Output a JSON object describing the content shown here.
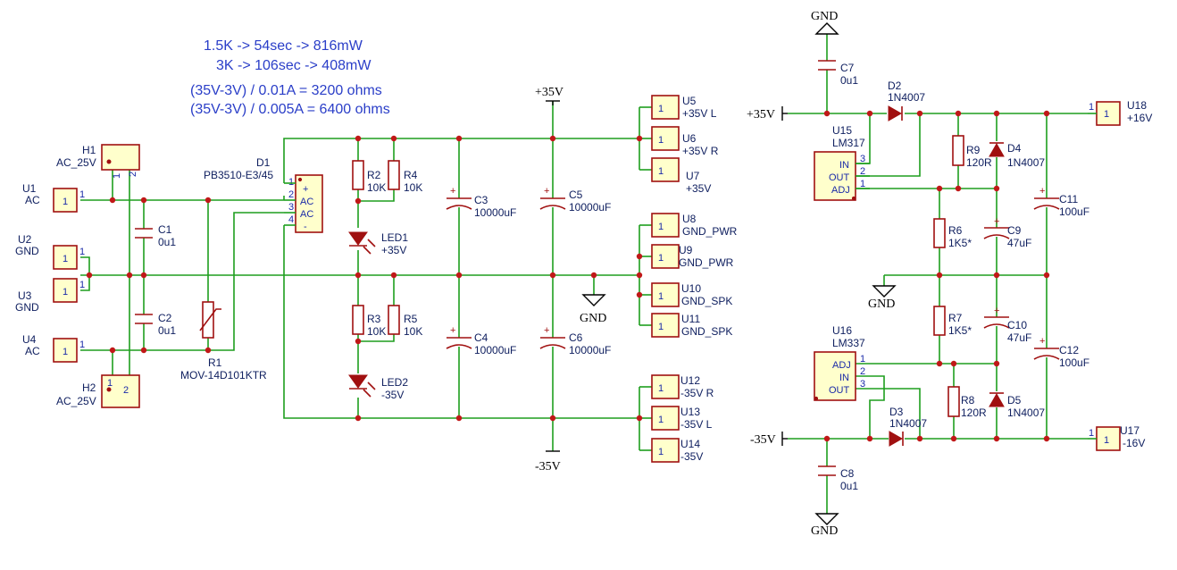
{
  "notes": [
    "1.5K -> 54sec -> 816mW",
    "3K -> 106sec -> 408mW",
    "(35V-3V) / 0.01A = 3200 ohms",
    "(35V-3V) / 0.005A = 6400 ohms"
  ],
  "rails": {
    "pos35": "+35V",
    "neg35": "-35V",
    "gnd": "GND"
  },
  "connectors": {
    "H1": {
      "ref": "H1",
      "val": "AC_25V"
    },
    "H2": {
      "ref": "H2",
      "val": "AC_25V"
    },
    "U1": {
      "ref": "U1",
      "val": "AC"
    },
    "U2": {
      "ref": "U2",
      "val": "GND"
    },
    "U3": {
      "ref": "U3",
      "val": "GND"
    },
    "U4": {
      "ref": "U4",
      "val": "AC"
    },
    "U5": {
      "ref": "U5",
      "val": "+35V L"
    },
    "U6": {
      "ref": "U6",
      "val": "+35V R"
    },
    "U7": {
      "ref": "U7",
      "val": "+35V"
    },
    "U8": {
      "ref": "U8",
      "val": "GND_PWR"
    },
    "U9": {
      "ref": "U9",
      "val": "GND_PWR"
    },
    "U10": {
      "ref": "U10",
      "val": "GND_SPK"
    },
    "U11": {
      "ref": "U11",
      "val": "GND_SPK"
    },
    "U12": {
      "ref": "U12",
      "val": "-35V R"
    },
    "U13": {
      "ref": "U13",
      "val": "-35V L"
    },
    "U14": {
      "ref": "U14",
      "val": "-35V"
    },
    "U17": {
      "ref": "U17",
      "val": "-16V"
    },
    "U18": {
      "ref": "U18",
      "val": "+16V"
    }
  },
  "parts": {
    "C1": {
      "ref": "C1",
      "val": "0u1"
    },
    "C2": {
      "ref": "C2",
      "val": "0u1"
    },
    "R1": {
      "ref": "R1",
      "val": "MOV-14D101KTR"
    },
    "D1": {
      "ref": "D1",
      "val": "PB3510-E3/45"
    },
    "R2": {
      "ref": "R2",
      "val": "10K"
    },
    "R3": {
      "ref": "R3",
      "val": "10K"
    },
    "R4": {
      "ref": "R4",
      "val": "10K"
    },
    "R5": {
      "ref": "R5",
      "val": "10K"
    },
    "LED1": {
      "ref": "LED1",
      "val": "+35V"
    },
    "LED2": {
      "ref": "LED2",
      "val": "-35V"
    },
    "C3": {
      "ref": "C3",
      "val": "10000uF"
    },
    "C4": {
      "ref": "C4",
      "val": "10000uF"
    },
    "C5": {
      "ref": "C5",
      "val": "10000uF"
    },
    "C6": {
      "ref": "C6",
      "val": "10000uF"
    },
    "C7": {
      "ref": "C7",
      "val": "0u1"
    },
    "C8": {
      "ref": "C8",
      "val": "0u1"
    },
    "D2": {
      "ref": "D2",
      "val": "1N4007"
    },
    "D3": {
      "ref": "D3",
      "val": "1N4007"
    },
    "D4": {
      "ref": "D4",
      "val": "1N4007"
    },
    "D5": {
      "ref": "D5",
      "val": "1N4007"
    },
    "U15": {
      "ref": "U15",
      "val": "LM317"
    },
    "U16": {
      "ref": "U16",
      "val": "LM337"
    },
    "R6": {
      "ref": "R6",
      "val": "1K5*"
    },
    "R7": {
      "ref": "R7",
      "val": "1K5*"
    },
    "R8": {
      "ref": "R8",
      "val": "120R"
    },
    "R9": {
      "ref": "R9",
      "val": "120R"
    },
    "C9": {
      "ref": "C9",
      "val": "47uF"
    },
    "C10": {
      "ref": "C10",
      "val": "47uF"
    },
    "C11": {
      "ref": "C11",
      "val": "100uF"
    },
    "C12": {
      "ref": "C12",
      "val": "100uF"
    }
  },
  "pins": {
    "one": "1",
    "two": "2",
    "three": "3",
    "four": "4",
    "plus": "+",
    "minus": "-",
    "ac": "AC",
    "in": "IN",
    "out": "OUT",
    "adj": "ADJ"
  },
  "colors": {
    "wire": "#1e9e1e",
    "part": "#a01010",
    "body": "#ffffcc",
    "junction": "#c01818",
    "label": "#102060",
    "note": "#2a3ec8"
  }
}
